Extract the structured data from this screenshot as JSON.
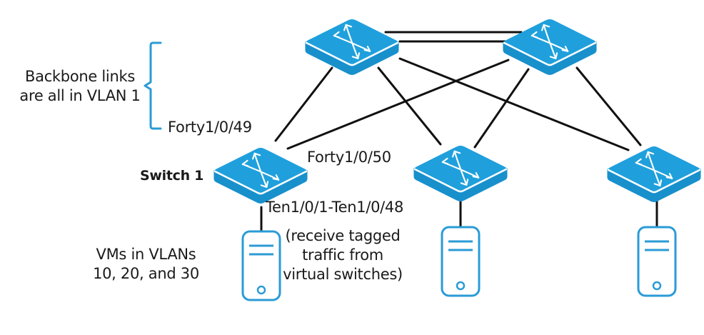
{
  "colors": {
    "switch_fill": "#1fa0dc",
    "switch_side": "#1890cc",
    "switch_highlight": "#ffffff",
    "server_stroke": "#2a9bd6",
    "link": "#111111",
    "bracket": "#2a9bd6",
    "text": "#1a1a1a"
  },
  "switches": [
    {
      "id": "core-left",
      "role": "core",
      "icon": "switch-icon"
    },
    {
      "id": "core-right",
      "role": "core",
      "icon": "switch-icon"
    },
    {
      "id": "switch-1",
      "role": "access",
      "icon": "switch-icon",
      "label": "Switch 1"
    },
    {
      "id": "access-2",
      "role": "access",
      "icon": "switch-icon"
    },
    {
      "id": "access-3",
      "role": "access",
      "icon": "switch-icon"
    }
  ],
  "servers": [
    {
      "id": "server-1",
      "icon": "server-icon",
      "attached_to": "switch-1"
    },
    {
      "id": "server-2",
      "icon": "server-icon",
      "attached_to": "access-2"
    },
    {
      "id": "server-3",
      "icon": "server-icon",
      "attached_to": "access-3"
    }
  ],
  "links": [
    {
      "from": "core-left",
      "to": "core-right",
      "type": "double"
    },
    {
      "from": "core-left",
      "to": "switch-1"
    },
    {
      "from": "core-left",
      "to": "access-2"
    },
    {
      "from": "core-left",
      "to": "access-3"
    },
    {
      "from": "core-right",
      "to": "switch-1"
    },
    {
      "from": "core-right",
      "to": "access-2"
    },
    {
      "from": "core-right",
      "to": "access-3"
    },
    {
      "from": "switch-1",
      "to": "server-1"
    },
    {
      "from": "access-2",
      "to": "server-2"
    },
    {
      "from": "access-3",
      "to": "server-3"
    }
  ],
  "labels": {
    "backbone_line1": "Backbone links",
    "backbone_line2": "are all in VLAN 1",
    "port_forty49": "Forty1/0/49",
    "port_forty50": "Forty1/0/50",
    "switch1": "Switch 1",
    "port_ten_range": "Ten1/0/1-Ten1/0/48",
    "tagged_line1": "(receive tagged",
    "tagged_line2": "traffic from",
    "tagged_line3": "virtual switches)",
    "vms_line1": "VMs in VLANs",
    "vms_line2": "10, 20, and 30"
  }
}
